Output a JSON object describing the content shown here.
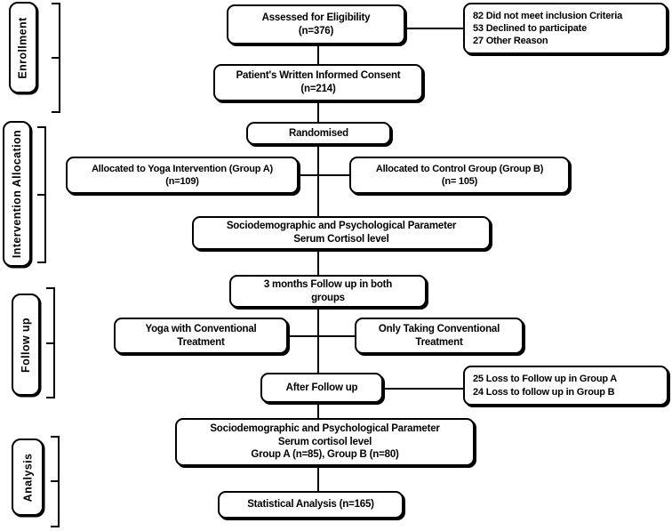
{
  "diagram": {
    "title": "CONSORT participant flow diagram",
    "ink_color": "#000000",
    "background_color": "#ffffff"
  },
  "stages": [
    {
      "key": "enrollment",
      "label": "Enrollment"
    },
    {
      "key": "allocation",
      "label": "Intervention Allocation"
    },
    {
      "key": "followup",
      "label": "Follow up"
    },
    {
      "key": "analysis",
      "label": "Analysis"
    }
  ],
  "nodes": {
    "assessed": {
      "lines": [
        "Assessed for Eligibility",
        "(n=376)"
      ]
    },
    "exclusions": {
      "lines": [
        "82 Did not meet inclusion Criteria",
        "53 Declined to participate",
        "27 Other Reason"
      ]
    },
    "consent": {
      "lines": [
        "Patient's Written Informed Consent",
        "(n=214)"
      ]
    },
    "randomised": {
      "lines": [
        "Randomised"
      ]
    },
    "group_a": {
      "lines": [
        "Allocated to Yoga Intervention  (Group A)",
        "(n=109)"
      ]
    },
    "group_b": {
      "lines": [
        "Allocated to Control Group (Group B)",
        "(n= 105)"
      ]
    },
    "baseline_params": {
      "lines": [
        "Sociodemographic and Psychological Parameter",
        "Serum Cortisol level"
      ]
    },
    "followup_3m": {
      "lines": [
        "3 months Follow up  in both",
        "groups"
      ]
    },
    "yoga_conventional": {
      "lines": [
        "Yoga with Conventional",
        "Treatment"
      ]
    },
    "only_conventional": {
      "lines": [
        "Only Taking Conventional",
        "Treatment"
      ]
    },
    "after_followup": {
      "lines": [
        "After Follow up"
      ]
    },
    "losses": {
      "lines": [
        "25 Loss to Follow up in Group A",
        "24 Loss to follow up in Group B"
      ]
    },
    "analysis_params": {
      "lines": [
        "Sociodemographic and Psychological Parameter",
        "Serum cortisol level",
        "Group A (n=85), Group B (n=80)"
      ]
    },
    "statistical_analysis": {
      "lines": [
        "Statistical  Analysis (n=165)"
      ]
    }
  }
}
